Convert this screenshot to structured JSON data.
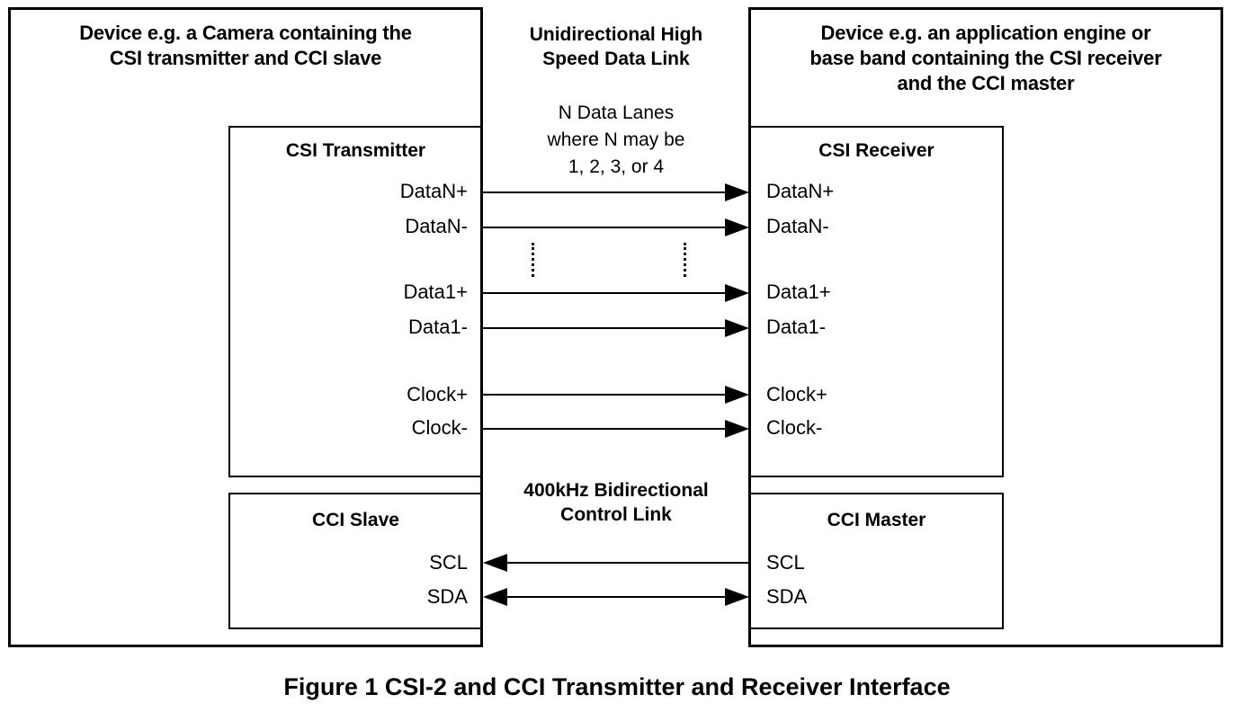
{
  "figure": {
    "caption": "Figure 1 CSI-2 and CCI Transmitter and Receiver Interface"
  },
  "left_device": {
    "title": "Device e.g. a Camera containing the\nCSI transmitter and CCI slave",
    "csi_transmitter": {
      "title": "CSI Transmitter",
      "signals": [
        "DataN+",
        "DataN-",
        "Data1+",
        "Data1-",
        "Clock+",
        "Clock-"
      ]
    },
    "cci_slave": {
      "title": "CCI Slave",
      "signals": [
        "SCL",
        "SDA"
      ]
    }
  },
  "right_device": {
    "title": "Device e.g. an application engine or\nbase band containing the CSI receiver\nand the CCI master",
    "csi_receiver": {
      "title": "CSI Receiver",
      "signals": [
        "DataN+",
        "DataN-",
        "Data1+",
        "Data1-",
        "Clock+",
        "Clock-"
      ]
    },
    "cci_master": {
      "title": "CCI Master",
      "signals": [
        "SCL",
        "SDA"
      ]
    }
  },
  "links": {
    "high_speed": {
      "title": "Unidirectional High\nSpeed Data  Link",
      "subtitle": "N Data Lanes\nwhere N may be\n1, 2, 3, or 4"
    },
    "control": {
      "title": "400kHz Bidirectional\nControl Link"
    }
  },
  "colors": {
    "stroke": "#000000",
    "background": "#ffffff"
  }
}
